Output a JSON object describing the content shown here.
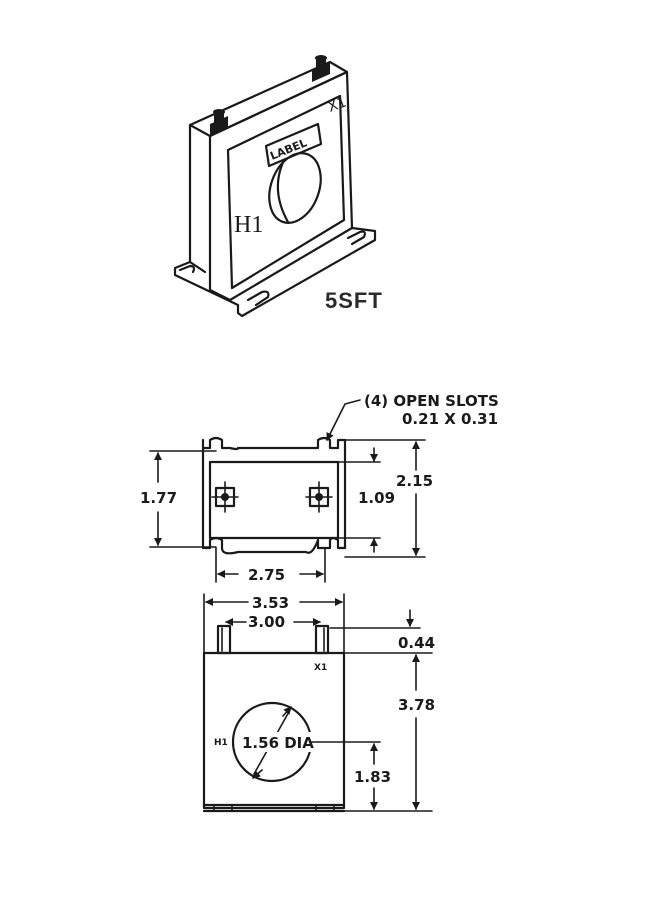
{
  "iso": {
    "label_text": "LABEL",
    "h1_text": "H1",
    "x1_text": "X1"
  },
  "model_name": "5SFT",
  "top_view": {
    "slots_note_line1": "(4) OPEN SLOTS",
    "slots_note_line2": "0.21 X 0.31",
    "dim_height_outer": "2.15",
    "dim_slot_span": "1.77",
    "dim_inner": "1.09",
    "dim_slot_width": "2.75"
  },
  "front_view": {
    "dim_overall_width": "3.53",
    "dim_terminal_spacing": "3.00",
    "dim_terminal_height": "0.44",
    "dim_overall_height": "3.78",
    "dim_center_height": "1.83",
    "dim_hole": "1.56 DIA",
    "x1_small": "X1",
    "h1_small": "H1"
  }
}
